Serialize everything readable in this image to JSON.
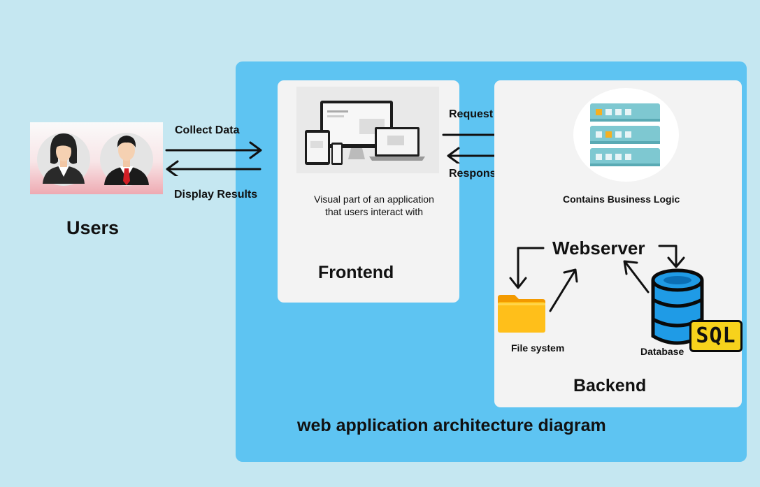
{
  "users": {
    "label": "Users",
    "image": "users-female-male-icon"
  },
  "arrows": {
    "collect_label": "Collect Data",
    "display_label": "Display Results",
    "request_label": "Request",
    "response_label": "Response"
  },
  "frontend": {
    "description": "Visual part of an application\nthat users interact with",
    "title": "Frontend",
    "image": "responsive-devices-icon"
  },
  "backend": {
    "logic_label": "Contains Business Logic",
    "webserver_label": "Webserver",
    "filesystem_label": "File system",
    "database_label": "Database",
    "sql_badge": "SQL",
    "title": "Backend",
    "images": [
      "server-rack-icon",
      "folder-icon",
      "database-icon"
    ]
  },
  "title": "web application architecture diagram",
  "colors": {
    "page_background": "#c5e7f1",
    "panel_background": "#5ec4f2",
    "card_background": "#f3f3f3",
    "server_teal": "#7ec8d1",
    "folder_orange": "#f7a800",
    "database_blue": "#1f9be6",
    "sql_yellow": "#f7d21c"
  }
}
